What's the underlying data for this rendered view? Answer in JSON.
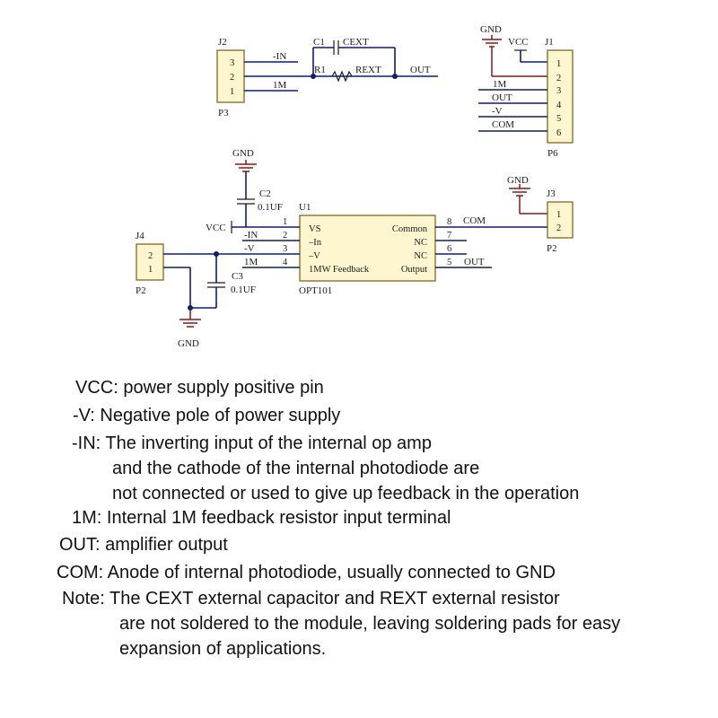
{
  "schematic": {
    "j2": {
      "ref": "J2",
      "port": "P3",
      "pins": [
        "3",
        "2",
        "1"
      ],
      "nets": [
        "-IN",
        "1M"
      ]
    },
    "feedback": {
      "c1": "C1",
      "cext": "CEXT",
      "r1": "R1",
      "rext": "REXT",
      "out": "OUT"
    },
    "j1": {
      "ref": "J1",
      "port": "P6",
      "pins": [
        "1",
        "2",
        "3",
        "4",
        "5",
        "6"
      ],
      "gnd": "GND",
      "vcc": "VCC",
      "nets": [
        "1M",
        "OUT",
        "-V",
        "COM"
      ]
    },
    "c2": {
      "ref": "C2",
      "value": "0.1UF",
      "gnd": "GND"
    },
    "u1": {
      "ref": "U1",
      "part": "OPT101",
      "vcc": "VCC",
      "left_pins": [
        "1",
        "2",
        "3",
        "4"
      ],
      "left_nets": [
        "-IN",
        "-V",
        "1M"
      ],
      "left_names": [
        "VS",
        "–In",
        "–V",
        "1MW Feedback"
      ],
      "right_names": [
        "Common",
        "NC",
        "NC",
        "Output"
      ],
      "right_pins": [
        "8",
        "7",
        "6",
        "5"
      ],
      "right_nets": [
        "COM",
        "OUT"
      ]
    },
    "j3": {
      "ref": "J3",
      "port": "P2",
      "pins": [
        "1",
        "2"
      ],
      "gnd": "GND"
    },
    "j4": {
      "ref": "J4",
      "port": "P2",
      "pins": [
        "2",
        "1"
      ]
    },
    "c3": {
      "ref": "C3",
      "value": "0.1UF"
    },
    "bottom_gnd": "GND"
  },
  "notes": [
    {
      "text": "VCC: power supply positive pin"
    },
    {
      "text": "-V: Negative pole of power supply"
    },
    {
      "text": "-IN: The inverting input of the internal op amp"
    },
    {
      "text": "and the cathode of the internal photodiode are"
    },
    {
      "text": "not connected or used to give up feedback in the operation"
    },
    {
      "text": "1M: Internal 1M feedback resistor input terminal"
    },
    {
      "text": "OUT: amplifier output"
    },
    {
      "text": "COM: Anode of internal photodiode, usually connected to GND"
    },
    {
      "text": "Note: The CEXT external capacitor and REXT external resistor"
    },
    {
      "text": "are not soldered to the module, leaving soldering pads for easy"
    },
    {
      "text": "expansion of applications."
    }
  ]
}
